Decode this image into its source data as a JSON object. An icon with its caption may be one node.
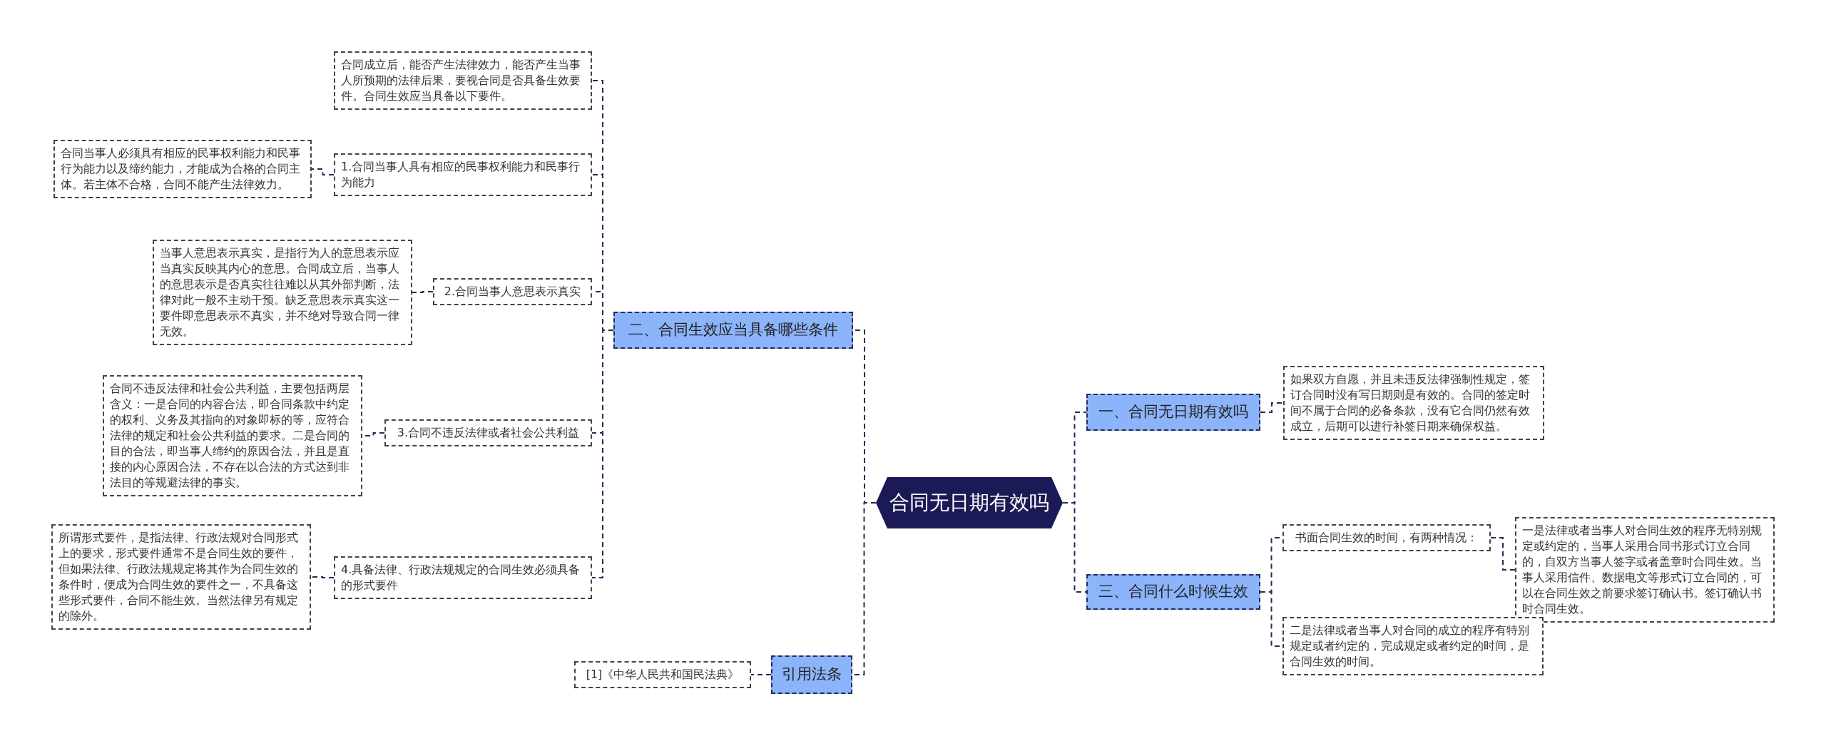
{
  "diagram": {
    "nodes": [
      {
        "text": [
          "合同无日期有效吗"
        ]
      },
      {
        "text": [
          "一、合同无日期有效吗"
        ]
      },
      {
        "text": [
          "如果双方自愿，并且未违反法律强制性规定，签订合同时没有写日期则是有效的。合同的签定时间不属于合同的必备条款，没有它合同仍然有效成立，后期可以进行补签日期来确保权益。"
        ]
      },
      {
        "text": [
          "三、合同什么时候生效"
        ]
      },
      {
        "text": [
          "书面合同生效的时间，有两种情况："
        ]
      },
      {
        "text": [
          "一是法律或者当事人对合同生效的程序无特别规定或约定的，当事人采用合同书形式订立合同的，自双方当事人签字或者盖章时合同生效。当事人采用信件、数据电文等形式订立合同的，可以在合同生效之前要求签订确认书。签订确认书时合同生效。"
        ]
      },
      {
        "text": [
          "二是法律或者当事人对合同的成立的程序有特别规定或者约定的，完成规定或者约定的时间，是合同生效的时间。"
        ]
      },
      {
        "text": [
          "二、合同生效应当具备哪些条件"
        ]
      },
      {
        "text": [
          "合同成立后，能否产生法律效力，能否产生当事人所预期的法律后果，要视合同是否具备生效要件。合同生效应当具备以下要件。"
        ]
      },
      {
        "text": [
          "1.合同当事人具有相应的民事权利能力和民事行为能力"
        ]
      },
      {
        "text": [
          "合同当事人必须具有相应的民事权利能力和民事行为能力以及缔约能力，才能成为合格的合同主体。若主体不合格，合同不能产生法律效力。"
        ]
      },
      {
        "text": [
          "2.合同当事人意思表示真实"
        ]
      },
      {
        "text": [
          "当事人意思表示真实，是指行为人的意思表示应当真实反映其内心的意思。合同成立后，当事人的意思表示是否真实往往难以从其外部判断，法律对此一般不主动干预。缺乏意思表示真实这一要件即意思表示不真实，并不绝对导致合同一律无效。"
        ]
      },
      {
        "text": [
          "3.合同不违反法律或者社会公共利益"
        ]
      },
      {
        "text": [
          "合同不违反法律和社会公共利益，主要包括两层含义：一是合同的内容合法，即合同条款中约定的权利、义务及其指向的对象即标的等，应符合法律的规定和社会公共利益的要求。二是合同的目的合法，即当事人缔约的原因合法，并且是直接的内心原因合法，不存在以合法的方式达到非法目的等规避法律的事实。"
        ]
      },
      {
        "text": [
          "4.具备法律、行政法规规定的合同生效必须具备的形式要件"
        ]
      },
      {
        "text": [
          "所谓形式要件，是指法律、行政法规对合同形式上的要求，形式要件通常不是合同生效的要件，但如果法律、行政法规规定将其作为合同生效的条件时，便成为合同生效的要件之一，不具备这些形式要件，合同不能生效。当然法律另有规定的除外。"
        ]
      },
      {
        "text": [
          "引用法条"
        ]
      },
      {
        "text": [
          "[1]《中华人民共和国民法典》"
        ]
      }
    ],
    "edges": [
      {
        "from": 0,
        "to": 1,
        "arrow": "none"
      },
      {
        "from": 0,
        "to": 3,
        "arrow": "none"
      },
      {
        "from": 0,
        "to": 7,
        "arrow": "none"
      },
      {
        "from": 0,
        "to": 17,
        "arrow": "none"
      },
      {
        "from": 1,
        "to": 2,
        "arrow": "none"
      },
      {
        "from": 3,
        "to": 4,
        "arrow": "none"
      },
      {
        "from": 3,
        "to": 6,
        "arrow": "none"
      },
      {
        "from": 4,
        "to": 5,
        "arrow": "none"
      },
      {
        "from": 7,
        "to": 8,
        "arrow": "none"
      },
      {
        "from": 7,
        "to": 9,
        "arrow": "none"
      },
      {
        "from": 7,
        "to": 11,
        "arrow": "none"
      },
      {
        "from": 7,
        "to": 13,
        "arrow": "none"
      },
      {
        "from": 7,
        "to": 15,
        "arrow": "none"
      },
      {
        "from": 9,
        "to": 10,
        "arrow": "none"
      },
      {
        "from": 11,
        "to": 12,
        "arrow": "none"
      },
      {
        "from": 13,
        "to": 14,
        "arrow": "none"
      },
      {
        "from": 15,
        "to": 16,
        "arrow": "none"
      },
      {
        "from": 17,
        "to": 18,
        "arrow": "none"
      }
    ]
  }
}
